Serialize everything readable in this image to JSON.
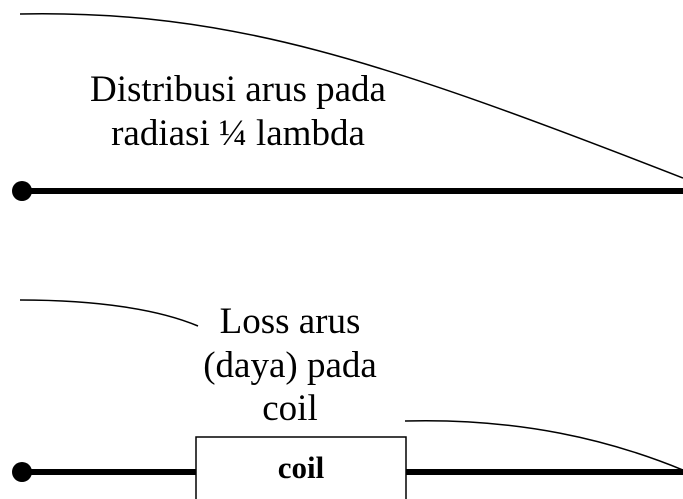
{
  "top_section": {
    "label_line1": "Distribusi arus pada",
    "label_line2": "radiasi ¼ lambda"
  },
  "bottom_section": {
    "label_line1": "Loss arus",
    "label_line2": "(daya) pada",
    "label_line3": "coil",
    "coil_label": "coil"
  },
  "colors": {
    "line": "#000000",
    "background": "#ffffff"
  }
}
